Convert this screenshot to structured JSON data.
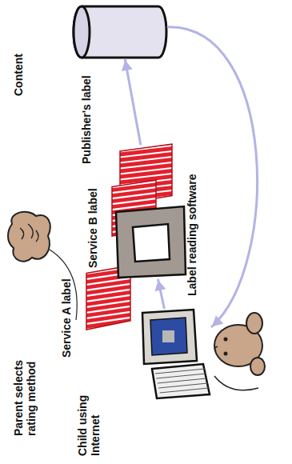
{
  "diagram": {
    "nodes": [
      {
        "text": [
          "Content"
        ]
      },
      {
        "text": [
          "Publisher's label"
        ]
      },
      {
        "text": [
          "Service B label"
        ]
      },
      {
        "text": [
          "Label reading software"
        ]
      },
      {
        "text": [
          "Service A label"
        ]
      },
      {
        "text": [
          "Child using Internet"
        ]
      },
      {
        "text": [
          "Parent selects rating method"
        ]
      }
    ],
    "edges": [
      {
        "from": 5,
        "to": 3,
        "arrow": "to"
      },
      {
        "from": 1,
        "to": 0,
        "arrow": "to"
      },
      {
        "from": 0,
        "to": 5,
        "arrow": "to"
      }
    ]
  }
}
